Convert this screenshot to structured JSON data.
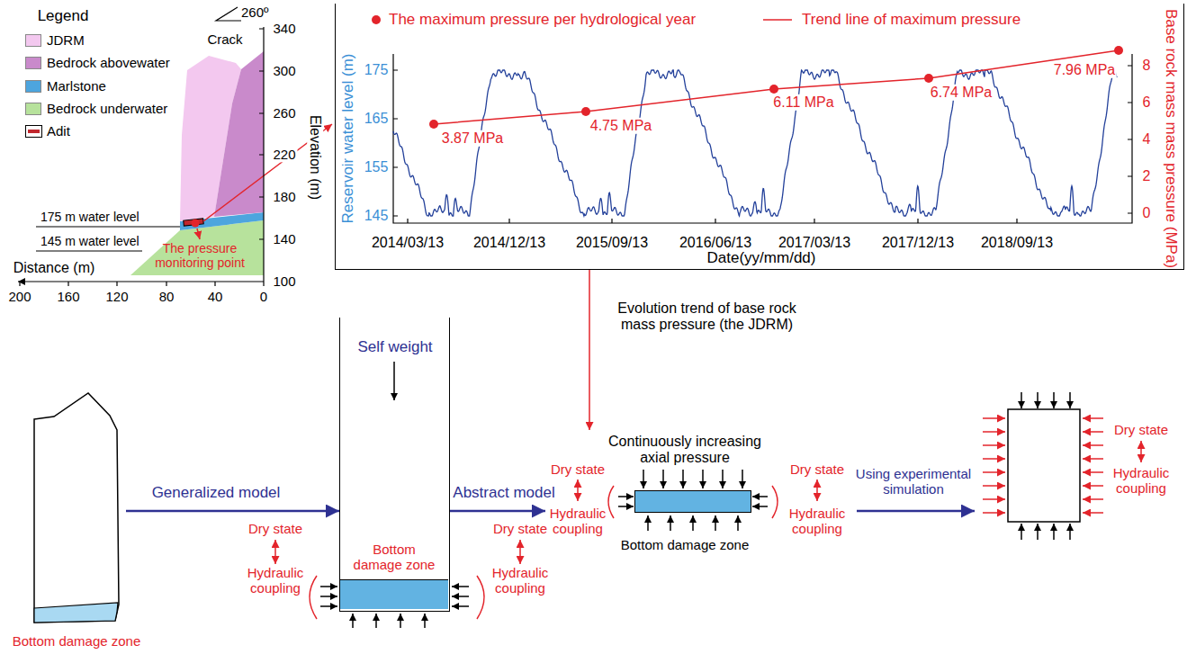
{
  "diagram": {
    "nodes": [
      {
        "text": [
          "Reservoir water level (m)",
          "Base rock mass mass pressure (MPa)",
          "Date(yy/mm/dd)"
        ]
      },
      {
        "text": [
          "Bottom damage zone"
        ]
      },
      {
        "text": [
          "Self weight"
        ]
      },
      {
        "text": [
          "Bottom damage zone"
        ],
        "in": 2
      },
      {
        "text": [
          "Continuously increasing axial pressure",
          "Bottom damage zone"
        ]
      }
    ],
    "edges": [
      {
        "from": 0,
        "to": 4,
        "arrow": "to",
        "label": "Evolution trend of base rock mass pressure (the JDRM)"
      },
      {
        "from": 1,
        "to": 2,
        "arrow": "to",
        "label": "Generalized model"
      },
      {
        "from": 2,
        "to": 4,
        "arrow": "to",
        "label": "Abstract model"
      }
    ],
    "labels": [
      "Legend",
      "260º",
      "Crack",
      "175 m water level",
      "145 m water level",
      "The pressure monitoring point",
      "Elevation (m)",
      "340",
      "300",
      "260",
      "220",
      "180",
      "140",
      "100",
      "Distance (m)",
      "200",
      "160",
      "120",
      "80",
      "40",
      "0",
      "175",
      "165",
      "155",
      "145",
      "8",
      "6",
      "4",
      "2",
      "0",
      "2014/03/13",
      "2014/12/13",
      "2015/09/13",
      "2016/06/13",
      "2017/03/13",
      "2017/12/13",
      "2018/09/13",
      "3.87 MPa",
      "4.75 MPa",
      "6.11 MPa",
      "6.74 MPa",
      "7.96 MPa",
      "Dry state",
      "Hydraulic coupling",
      "Dry state",
      "Hydraulic coupling",
      "Dry state",
      "Hydraulic coupling",
      "Dry state",
      "Hydraulic coupling",
      "Using experimental simulation",
      "Dry state",
      "Hydraulic coupling"
    ],
    "legend": [
      {
        "text": "JDRM",
        "color": "#f3c8ef"
      },
      {
        "text": "Bedrock abovewater",
        "color": "#c98acb"
      },
      {
        "text": "Marlstone",
        "color": "#4da5de"
      },
      {
        "text": "Bedrock underwater",
        "color": "#b7e29c"
      },
      {
        "text": "Adit"
      },
      {
        "text": "The maximum pressure per hydrological year"
      },
      {
        "text": "Trend line of maximum pressure"
      }
    ]
  }
}
